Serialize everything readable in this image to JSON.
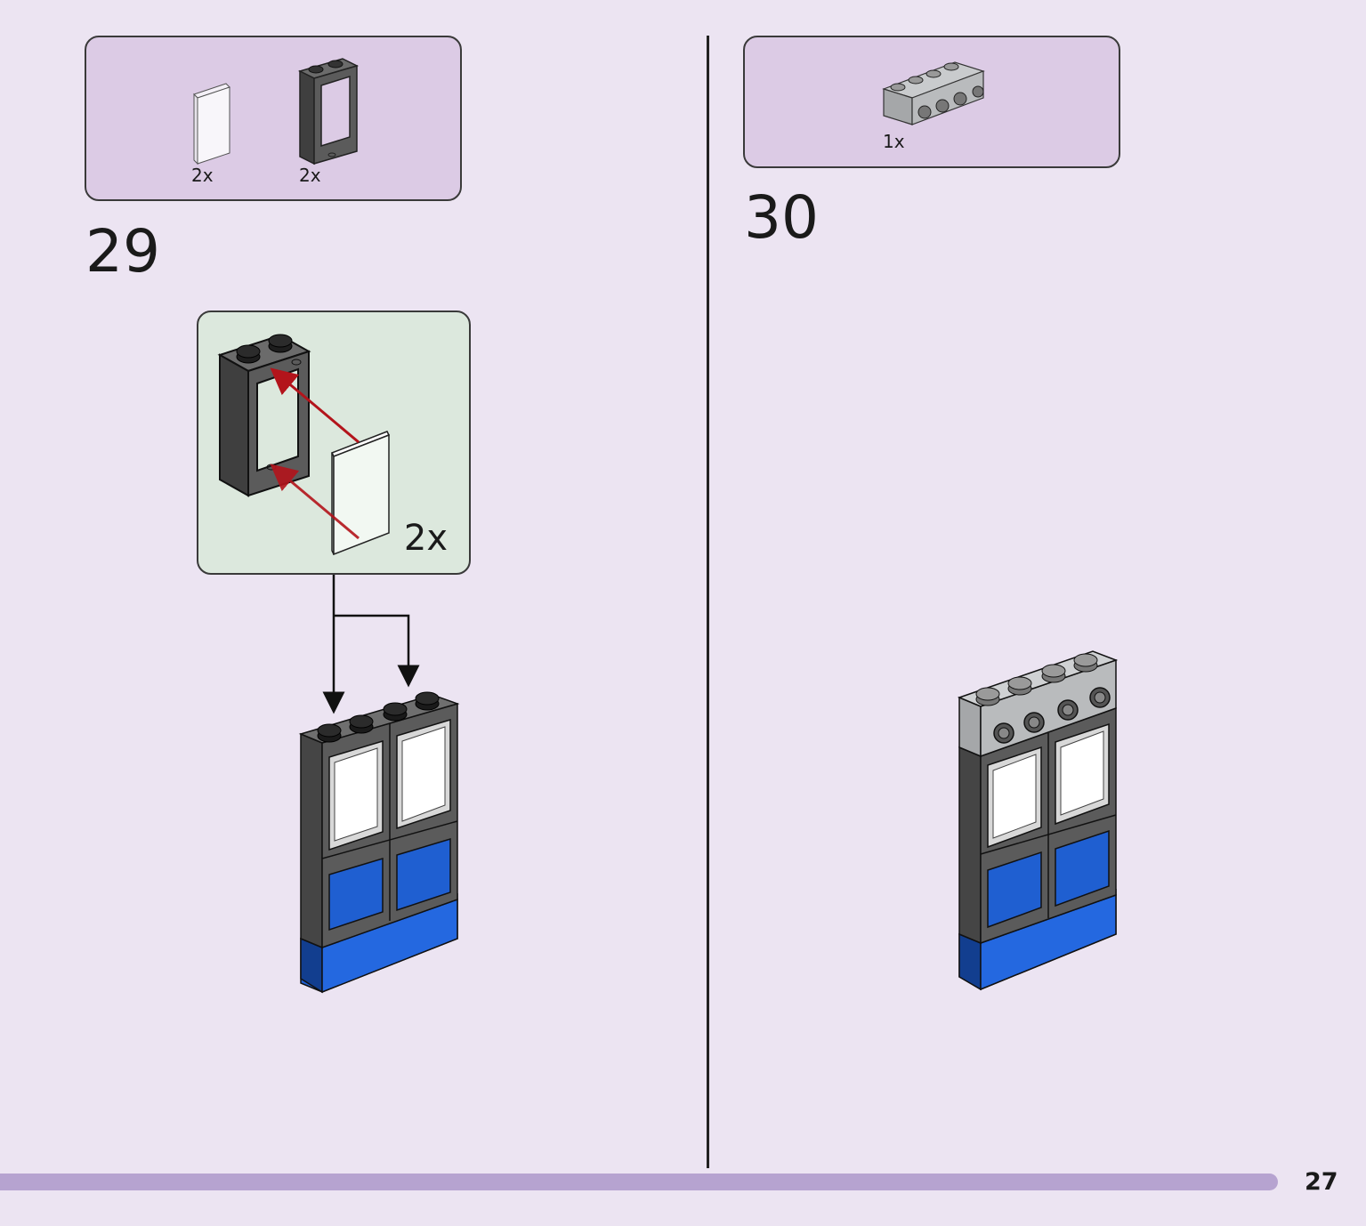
{
  "step29": {
    "number": "29",
    "parts": [
      {
        "name": "glass-pane",
        "qty": "2x"
      },
      {
        "name": "window-frame",
        "qty": "2x"
      }
    ],
    "callout_qty": "2x"
  },
  "step30": {
    "number": "30",
    "parts": [
      {
        "name": "brick-1x4-side-studs",
        "qty": "1x"
      }
    ]
  },
  "page": {
    "number": "27"
  },
  "colors": {
    "background": "#ece4f2",
    "parts_box": "#dccbe5",
    "callout": "#dce8dd",
    "progress_bar": "#b6a3d0",
    "frame_dark": "#5b5b5b",
    "brick_blue": "#1f5fd1",
    "brick_light_gray": "#b9bbbd",
    "arrow_red": "#b3141b"
  }
}
